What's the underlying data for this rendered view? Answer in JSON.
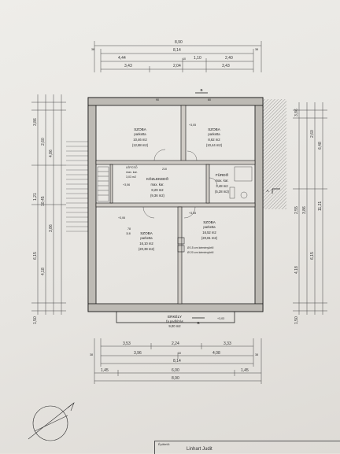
{
  "plan": {
    "section_mark_top": "B",
    "section_mark_bottom": "B",
    "section_mark_right": "A",
    "top_dims": {
      "overall": "8,90",
      "row2": "8,14",
      "row3": [
        "4,44",
        "1,10",
        "2,40"
      ],
      "row4": [
        "3,43",
        "2,04",
        "3,43"
      ],
      "edge": "38",
      "mid": "10"
    },
    "bottom_dims": {
      "row1": [
        "3,53",
        "2,24",
        "3,33"
      ],
      "row2": [
        "3,96",
        "4,08"
      ],
      "row3": "8,14",
      "row4": [
        "1,45",
        "6,00",
        "1,45"
      ],
      "overall": "8,90",
      "edge": "38",
      "mid": "10"
    },
    "left_dims": [
      "3,86",
      "2,60",
      "4,86",
      "1,21",
      "10,45",
      "3,86",
      "6,15",
      "4,18",
      "1,50"
    ],
    "right_dims": [
      "3,86",
      "2,60",
      "6,48",
      "2,55",
      "3,86",
      "6,15",
      "11,21",
      "4,18",
      "1,50"
    ],
    "rooms": [
      {
        "name": "SZOBA",
        "floor": "parketta",
        "area": "10,46 m2",
        "area2": "(12,88 m2)"
      },
      {
        "name": "SZOBA",
        "floor": "parketta",
        "area": "8,62 m2",
        "area2": "(10,44 m2)"
      },
      {
        "name": "KÖZLEKEDŐ",
        "floor": "max. kar.",
        "area": "8,29 m2",
        "area2": "(9,36 m2)"
      },
      {
        "name": "FÜRDŐ",
        "floor": "max. kar.",
        "area": "3,48 m2",
        "area2": "(5,28 m2)"
      },
      {
        "name": "SZOBA",
        "floor": "parketta",
        "area": "16,10 m2",
        "area2": "(20,39 m2)"
      },
      {
        "name": "SZOBA",
        "floor": "parketta",
        "area": "16,52 m2",
        "area2": "(20,81 m2)"
      },
      {
        "name": "LÉPCSŐ",
        "floor": "max. kar.",
        "area": "3,03 m2",
        "area2": ""
      }
    ],
    "balcony": {
      "name": "ERKÉLY",
      "floor": "fa padlózás",
      "area": "9,00 m2"
    },
    "levels": [
      "+3,05",
      "+3,05",
      "+3,06",
      "+3,06",
      "+3,03"
    ],
    "door_tags": [
      "78",
      "118",
      "210",
      "90",
      "60"
    ],
    "notes": [
      "Ø 15 cm kéményürtő",
      "Ø 20 cm kéményürtő"
    ]
  },
  "titleblock": {
    "label": "Építtető:",
    "name": "Linhart Judit"
  }
}
